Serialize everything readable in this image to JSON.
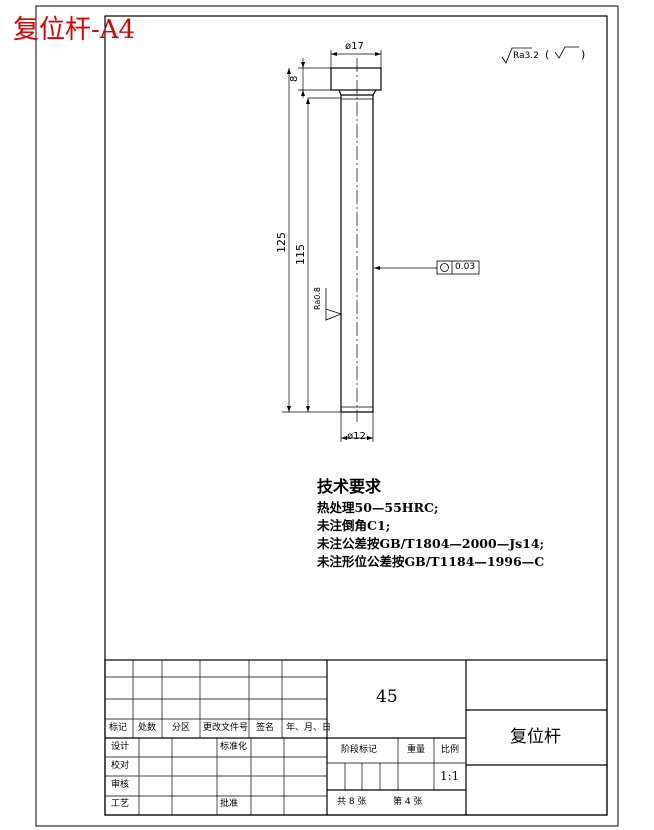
{
  "heading": "复位杆-A4",
  "drawing": {
    "dim_head_dia": "ø17",
    "dim_head_len": "8",
    "dim_total_len": "125",
    "dim_body_len": "115",
    "dim_tip_dia": "ø12",
    "roughness_body": "Ra0.8",
    "roughness_general": "Ra3.2",
    "roughness_paren_open": "(",
    "roughness_paren_close": ")",
    "tolerance_value": "0.03"
  },
  "requirements": {
    "title": "技术要求",
    "lines": [
      "热处理50—55HRC;",
      "未注倒角C1;",
      "未注公差按GB/T1804—2000—Js14;",
      "未注形位公差按GB/T1184—1996—C"
    ]
  },
  "title_block": {
    "material": "45",
    "part_name": "复位杆",
    "labels": {
      "mark": "标记",
      "count": "处数",
      "zone": "分区",
      "change_doc": "更改文件号",
      "sign": "签名",
      "date": "年、月、日",
      "design": "设计",
      "standardize": "标准化",
      "check": "校对",
      "review": "审核",
      "process": "工艺",
      "approve": "批准",
      "stage": "阶段标记",
      "weight": "重量",
      "scale": "比例"
    },
    "scale_value": "1:1",
    "sheets": "共 8 张",
    "sheet_no": "第 4 张"
  }
}
